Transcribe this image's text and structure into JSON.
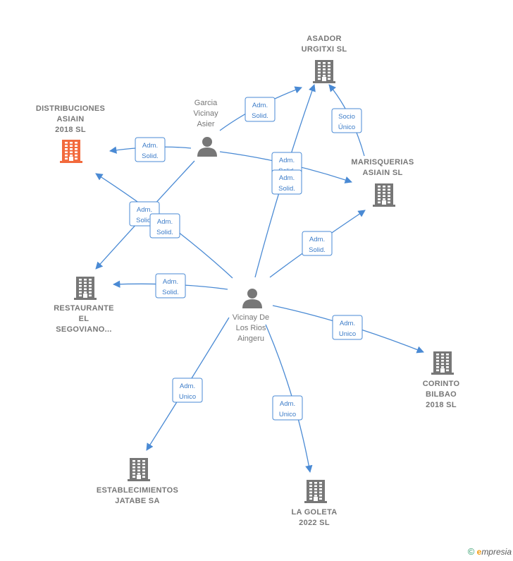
{
  "colors": {
    "edge": "#4a8ad4",
    "node": "#777777",
    "highlight": "#f26a3d",
    "person": "#777777"
  },
  "nodes": [
    {
      "id": "asador",
      "type": "company",
      "icon": "building-icon",
      "lines": [
        "ASADOR",
        "URGITXI SL"
      ]
    },
    {
      "id": "distribuciones",
      "type": "company",
      "highlight": true,
      "icon": "building-icon",
      "lines": [
        "DISTRIBUCIONES",
        "ASIAIN",
        "2018 SL"
      ]
    },
    {
      "id": "marisquerias",
      "type": "company",
      "icon": "building-icon",
      "lines": [
        "MARISQUERIAS",
        "ASIAIN SL"
      ]
    },
    {
      "id": "restaurante",
      "type": "company",
      "icon": "building-icon",
      "lines": [
        "RESTAURANTE",
        "EL",
        "SEGOVIANO..."
      ]
    },
    {
      "id": "corinto",
      "type": "company",
      "icon": "building-icon",
      "lines": [
        "CORINTO",
        "BILBAO",
        "2018 SL"
      ]
    },
    {
      "id": "establecimientos",
      "type": "company",
      "icon": "building-icon",
      "lines": [
        "ESTABLECIMIENTOS",
        "JATABE SA"
      ]
    },
    {
      "id": "goleta",
      "type": "company",
      "icon": "building-icon",
      "lines": [
        "LA GOLETA",
        "2022 SL"
      ]
    },
    {
      "id": "garcia",
      "type": "person",
      "icon": "person-icon",
      "lines": [
        "Garcia",
        "Vicinay",
        "Asier"
      ]
    },
    {
      "id": "vicinay",
      "type": "person",
      "icon": "person-icon",
      "lines": [
        "Vicinay De",
        "Los Rios",
        "Aingeru"
      ]
    }
  ],
  "edges": [
    {
      "id": "e1",
      "lines": [
        "Adm.",
        "Solid."
      ]
    },
    {
      "id": "e2",
      "lines": [
        "Adm.",
        "Solid."
      ]
    },
    {
      "id": "e3",
      "lines": [
        "Adm.",
        "Solid."
      ]
    },
    {
      "id": "e4",
      "lines": [
        "Adm.",
        "Solid."
      ]
    },
    {
      "id": "e5",
      "lines": [
        "Socio",
        "Único"
      ]
    },
    {
      "id": "e6",
      "lines": [
        "Adm.",
        "Solid."
      ]
    },
    {
      "id": "e7",
      "lines": [
        "Adm.",
        "Solid."
      ]
    },
    {
      "id": "e8",
      "lines": [
        "Adm.",
        "Solid."
      ]
    },
    {
      "id": "e9",
      "lines": [
        "Adm.",
        "Solid."
      ]
    },
    {
      "id": "e10",
      "lines": [
        "Adm.",
        "Unico"
      ]
    },
    {
      "id": "e11",
      "lines": [
        "Adm.",
        "Unico"
      ]
    },
    {
      "id": "e12",
      "lines": [
        "Adm.",
        "Unico"
      ]
    }
  ],
  "footer": {
    "copyright": "©",
    "brand_first": "e",
    "brand_rest": "mpresia"
  }
}
